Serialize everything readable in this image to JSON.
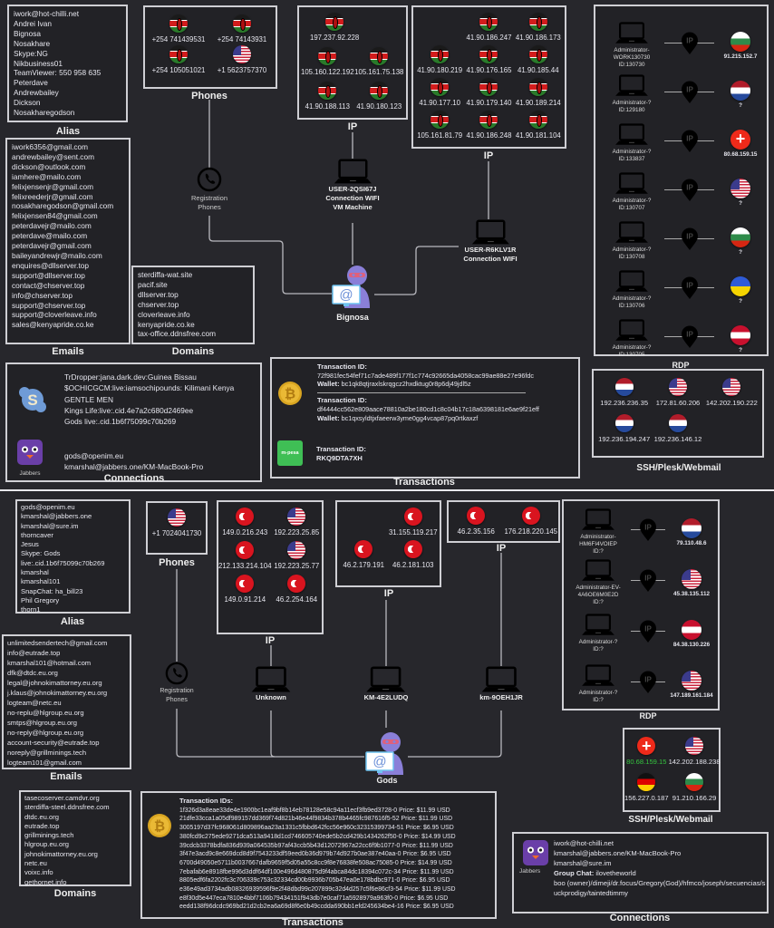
{
  "top": {
    "alias": {
      "label": "Alias",
      "items": [
        "iwork@hot-chilli.net",
        "Andrei Ivan",
        "Bignosa",
        "Nosakhare",
        "Skype:NG",
        "Nikbusiness01",
        "TeamViewer: 550 958 635",
        "Peterdave",
        "Andrewbailey",
        "Dickson",
        "Nosakharegodson"
      ]
    },
    "emails": {
      "label": "Emails",
      "items": [
        "iwork6356@gmail.com",
        "andrewbailey@sent.com",
        "dickson@outlook.com",
        "iamhere@mailo.com",
        "felixjensenjr@gmail.com",
        "felixreederjr@gmail.com",
        "nosakharegodson@gmail.com",
        "felixjensen84@gmail.com",
        "peterdavejr@mailo.com",
        "peterdave@mailo.com",
        "peterdavejr@gmail.com",
        "baileyandrewjr@mailo.com",
        "enquires@dllserver.top",
        "support@dllserver.top",
        "contact@chserver.top",
        "info@chserver.top",
        "support@chserver.top",
        "support@cloverleave.info",
        "sales@kenyapride.co.ke"
      ]
    },
    "phones": {
      "label": "Phones",
      "items": [
        {
          "number": "+254 741439531",
          "flag": "kenya"
        },
        {
          "number": "+254 74143931",
          "flag": "kenya"
        },
        {
          "number": "+254 105051021",
          "flag": "kenya"
        },
        {
          "number": "+1 5623757370",
          "flag": "usa"
        }
      ]
    },
    "registration": {
      "label1": "Registration",
      "label2": "Phones"
    },
    "domains": {
      "label": "Domains",
      "items": [
        "sterdiffa-wat.site",
        "pacif.site",
        "dllserver.top",
        "chserver.top",
        "cloverleave.info",
        "kenyapride.co.ke",
        "tax-office.ddnsfree.com"
      ]
    },
    "ip1": {
      "label": "IP",
      "items": [
        {
          "ip": "197.237.92.228",
          "flag": "kenya"
        },
        {
          "ip": "105.160.122.192",
          "flag": "kenya"
        },
        {
          "ip": "105.161.75.138",
          "flag": "kenya"
        },
        {
          "ip": "41.90.188.113",
          "flag": "kenya"
        },
        {
          "ip": "41.90.180.123",
          "flag": "kenya"
        }
      ]
    },
    "ip2": {
      "label": "IP",
      "items": [
        {
          "ip": "41.90.186.247",
          "flag": "kenya"
        },
        {
          "ip": "41.90.186.173",
          "flag": "kenya"
        },
        {
          "ip": "41.90.180.219",
          "flag": "kenya"
        },
        {
          "ip": "41.90.176.165",
          "flag": "kenya"
        },
        {
          "ip": "41.90.185.44",
          "flag": "kenya"
        },
        {
          "ip": "41.90.177.10",
          "flag": "kenya"
        },
        {
          "ip": "41.90.179.140",
          "flag": "kenya"
        },
        {
          "ip": "41.90.189.214",
          "flag": "kenya"
        },
        {
          "ip": "105.161.81.79",
          "flag": "kenya"
        },
        {
          "ip": "41.90.186.248",
          "flag": "kenya"
        },
        {
          "ip": "41.90.181.104",
          "flag": "kenya"
        }
      ]
    },
    "laptop1": [
      "USER-2QSI67J",
      "Connection WIFI",
      "VM Machine"
    ],
    "laptop2": [
      "USER-R6KLV1R",
      "Connection WIFI"
    ],
    "actor": "Bignosa",
    "rdp": {
      "label": "RDP",
      "pin": "IP",
      "rows": [
        {
          "host": "Administrator-WORK130730",
          "id": "ID:130730",
          "flag": "bulgaria",
          "ip": "91.215.152.7"
        },
        {
          "host": "Administrator-?",
          "id": "ID:129180",
          "flag": "netherlands",
          "ip": "?"
        },
        {
          "host": "Administrator-?",
          "id": "ID:133837",
          "flag": "switzerland",
          "ip": "80.68.159.15"
        },
        {
          "host": "Administrator-?",
          "id": "ID:130707",
          "flag": "usa",
          "ip": "?"
        },
        {
          "host": "Administrator-?",
          "id": "ID:130708",
          "flag": "bulgaria",
          "ip": "?"
        },
        {
          "host": "Administrator-?",
          "id": "ID:130706",
          "flag": "ukraine",
          "ip": "?"
        },
        {
          "host": "Administrator-?",
          "id": "ID:130705",
          "flag": "austria",
          "ip": "?"
        }
      ]
    },
    "ssh": {
      "label": "SSH/Plesk/Webmail",
      "items": [
        {
          "ip": "192.236.236.35",
          "flag": "netherlands"
        },
        {
          "ip": "172.81.60.206",
          "flag": "usa"
        },
        {
          "ip": "142.202.190.222",
          "flag": "usa"
        },
        {
          "ip": "192.236.194.247",
          "flag": "netherlands"
        },
        {
          "ip": "192.236.146.12",
          "flag": "netherlands"
        }
      ]
    },
    "connections": {
      "label": "Connections",
      "skype": [
        "TrDropper:jana.dark.dev:Guinea Bissau",
        "$OCHICGCM:live:iamsochipounds: Kilimani Kenya",
        "GENTLE MEN",
        "Kings Life:live:.cid.4e7a2c680d2469ee",
        "Gods live:.cid.1b6f75099c70b269"
      ],
      "jabber_label": "Jabbers",
      "jabber": [
        "gods@openim.eu",
        "kmarshal@jabbers.one/KM-MacBook-Pro"
      ]
    },
    "transactions": {
      "label": "Transactions",
      "tx_label": "Transaction ID:",
      "wallet_label": "Wallet:",
      "btc": [
        {
          "id": "72f981fec54fef71c7ade489f177f1c774c92665da4058cac99ae88e27e96fdc",
          "wallet": "bc1qk8qtjraxlskrqgcz2hxdktug0r8p6dj49jdl5z"
        },
        {
          "id": "df4444cc562e809aace78810a2be180cd1c8c04b17c18a6398181e6ae9f21eff",
          "wallet": "bc1qxsyldtjxfaeerw3yme0gg4vcap87pq0rtkaxzf"
        }
      ],
      "mpesa_logo": "m-pesa",
      "mpesa": {
        "id": "RKQ9DTA7XH"
      }
    }
  },
  "bottom": {
    "alias": {
      "label": "Alias",
      "items": [
        "gods@openim.eu",
        "kmarshal@jabbers.one",
        "kmarshal@sure.im",
        "thorncaver",
        "Jesus",
        "Skype: Gods",
        "live:.cid.1b6f75099c70b269",
        "kmarshal",
        "kmarshal101",
        "SnapChat: ha_bill23",
        "Phil Gregory",
        "thorn1"
      ]
    },
    "emails": {
      "label": "Emails",
      "items": [
        "unlimitedsendertech@gmail.com",
        "info@eutrade.top",
        "kmarshal101@hotmail.com",
        "dfk@dtdc.eu.org",
        "legal@johnokimattorney.eu.org",
        "j.klaus@johnokimattorney.eu.org",
        "logteam@netc.eu",
        "no-replu@hlgroup.eu.org",
        "smtps@hlgroup.eu.org",
        "no-reply@hlgroup.eu.org",
        "account-security@eutrade.top",
        "noreply@grillminings.tech",
        "logteam101@gmail.com"
      ]
    },
    "phones": {
      "label": "Phones",
      "items": [
        {
          "number": "+1 7024041730",
          "flag": "usa"
        }
      ]
    },
    "registration": {
      "label1": "Registration",
      "label2": "Phones"
    },
    "ipA": {
      "label": "IP",
      "items": [
        {
          "ip": "149.0.216.243",
          "flag": "turkey"
        },
        {
          "ip": "192.223.25.85",
          "flag": "usa"
        },
        {
          "ip": "212.133.214.104",
          "flag": "turkey"
        },
        {
          "ip": "192.223.25.77",
          "flag": "usa"
        },
        {
          "ip": "149.0.91.214",
          "flag": "turkey"
        },
        {
          "ip": "46.2.254.164",
          "flag": "turkey"
        }
      ]
    },
    "ipB": {
      "label": "IP",
      "items": [
        {
          "ip": "31.155.119.217",
          "flag": "turkey"
        },
        {
          "ip": "46.2.179.191",
          "flag": "turkey"
        },
        {
          "ip": "46.2.181.103",
          "flag": "turkey"
        }
      ]
    },
    "ipC": {
      "label": "IP",
      "items": [
        {
          "ip": "46.2.35.156",
          "flag": "turkey"
        },
        {
          "ip": "176.218.220.145",
          "flag": "turkey"
        }
      ]
    },
    "laptops": [
      "Unknown",
      "KM-4E2LUDQ",
      "km-9OEH1JR"
    ],
    "actor": "Gods",
    "rdp": {
      "label": "RDP",
      "pin": "IP",
      "rows": [
        {
          "host": "Administrator-HM6FI4VOIEP",
          "id": "ID:?",
          "flag": "netherlands",
          "ip": "79.110.48.6"
        },
        {
          "host": "Administrator-EV-4A6OE6M0E2D",
          "id": "ID:?",
          "flag": "usa",
          "ip": "45.38.135.112"
        },
        {
          "host": "Administrator-?",
          "id": "ID:?",
          "flag": "austria",
          "ip": "84.38.130.226"
        },
        {
          "host": "Administrator-?",
          "id": "ID:?",
          "flag": "usa",
          "ip": "147.189.161.184"
        }
      ]
    },
    "ssh": {
      "label": "SSH/Plesk/Webmail",
      "items": [
        {
          "ip": "80.68.159.15",
          "flag": "switzerland"
        },
        {
          "ip": "142.202.188.238",
          "flag": "usa"
        },
        {
          "ip": "156.227.0.187",
          "flag": "germany"
        },
        {
          "ip": "91.210.166.29",
          "flag": "bulgaria"
        }
      ]
    },
    "domains": {
      "label": "Domains",
      "items": [
        "tasecoserver.camdvr.org",
        "sterdiffa-steel.ddnsfree.com",
        "dtdc.eu.org",
        "eutrade.top",
        "grillminings.tech",
        "hlgroup.eu.org",
        "johnokimattorney.eu.org",
        "netc.eu",
        "voixc.info",
        "gethornet.info"
      ]
    },
    "transactions": {
      "label": "Transactions",
      "tx_label": "Transaction IDs:",
      "price_label": "Price:",
      "items": [
        {
          "id": "1f326d3a8eae33de4e1900bc1eaf9bf8b14eb78128e58c94a11ecf3fb9ed3728-0",
          "price": "$11.99 USD"
        },
        {
          "id": "21dfe33cca1a05df989157dd369f74d821b46e44f9834b378b4465fc987616f5-52",
          "price": "$11.99 USD"
        },
        {
          "id": "3005197d37fc968061d809896aa23a1331c5fbbd642fcc56e960c32315399734-51",
          "price": "$6.95 USD"
        },
        {
          "id": "380fcd9c275ede9271dca513a9418d1cd746605740ede5b2cd429b1434262f50-0",
          "price": "$14.99 USD"
        },
        {
          "id": "39cdcb3378bdfa836d939a064535b97af43ccb5b43d12072967a22cc6f9b1077-0",
          "price": "$11.99 USD"
        },
        {
          "id": "3f47e3acd9c8e669dcd8d9f7543233df59eed0b36d979b74d927b0ae387e40aa-0",
          "price": "$6.95 USD"
        },
        {
          "id": "6700d49050e5711b0037667dafb9659f5d05a55c8cc9f8e76838fe508ac75085-0",
          "price": "$14.99 USD"
        },
        {
          "id": "7ebafab6e8918fbe996d3ddf64df100e496d480875d9f4abca84dc18394c072c-34",
          "price": "$11.99 USD"
        },
        {
          "id": "8805edf6fa2202fc3c706339c753c32334cd00b9936b705b47ea0e178bdbc971-0",
          "price": "$6.95 USD"
        },
        {
          "id": "e36e49ad3734adb08326939596f9e2f48dbd99c207899c32d4d257c5f6e86cf3-54",
          "price": "$11.99 USD"
        },
        {
          "id": "e8f30d5e447eca7810e4bbf7106b79434151f943db7e0caf71a5928979a963f0-0",
          "price": "$6.95 USD"
        },
        {
          "id": "eedd138f96dcdc969bd21d2cb2ea6a69d8f6e0b49ccdda690bb1efd245634be4-16",
          "price": "$6.95 USD"
        }
      ]
    },
    "connections": {
      "label": "Connections",
      "jabber_label": "Jabbers",
      "lines": [
        "iwork@hot-chilli.net",
        "kmarshal@jabbers.one/KM-MacBook-Pro",
        "kmarshal@sure.im"
      ],
      "group_label": "Group Chat:",
      "group_name": "ilovetheworld",
      "members": "boo (owner)/dimeji/dr.focus/Gregory(God)/hfmco/joseph/secuencias/suckprodigy/taintedtimmy"
    }
  },
  "colors": {
    "background": "#27272c",
    "border": "#cfcfd4",
    "highlight_ip": "#35c43f",
    "actor": "#7b6fd0"
  }
}
